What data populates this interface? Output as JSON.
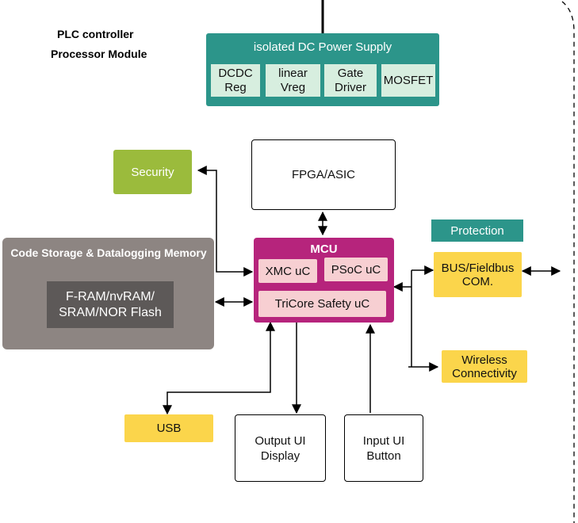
{
  "title": {
    "line1": "PLC controller",
    "line2": "Processor Module"
  },
  "power_supply": {
    "label": "isolated DC Power Supply",
    "parts": [
      {
        "line1": "DCDC",
        "line2": "Reg"
      },
      {
        "line1": "linear",
        "line2": "Vreg"
      },
      {
        "line1": "Gate",
        "line2": "Driver"
      },
      {
        "line1": "MOSFET",
        "line2": ""
      }
    ]
  },
  "security": {
    "label": "Security"
  },
  "fpga": {
    "label": "FPGA/ASIC"
  },
  "storage": {
    "label": "Code Storage & Datalogging Memory",
    "inner_line1": "F-RAM/nvRAM/",
    "inner_line2": "SRAM/NOR Flash"
  },
  "mcu": {
    "label": "MCU",
    "xmc": "XMC uC",
    "psoc": "PSoC uC",
    "tricore": "TriCore Safety uC"
  },
  "protection": {
    "label": "Protection"
  },
  "bus": {
    "line1": "BUS/Fieldbus",
    "line2": "COM."
  },
  "wireless": {
    "line1": "Wireless",
    "line2": "Connectivity"
  },
  "usb": {
    "label": "USB"
  },
  "output_ui": {
    "line1": "Output UI",
    "line2": "Display"
  },
  "input_ui": {
    "line1": "Input UI",
    "line2": "Button"
  },
  "colors": {
    "teal": "#2c958a",
    "teal_sub": "#d7eedf",
    "green": "#9bbb3c",
    "magenta": "#b6247c",
    "pink": "#f7cfd2",
    "yellow": "#fbd54b",
    "gray": "#8d8582",
    "dark_gray": "#5d5958"
  }
}
